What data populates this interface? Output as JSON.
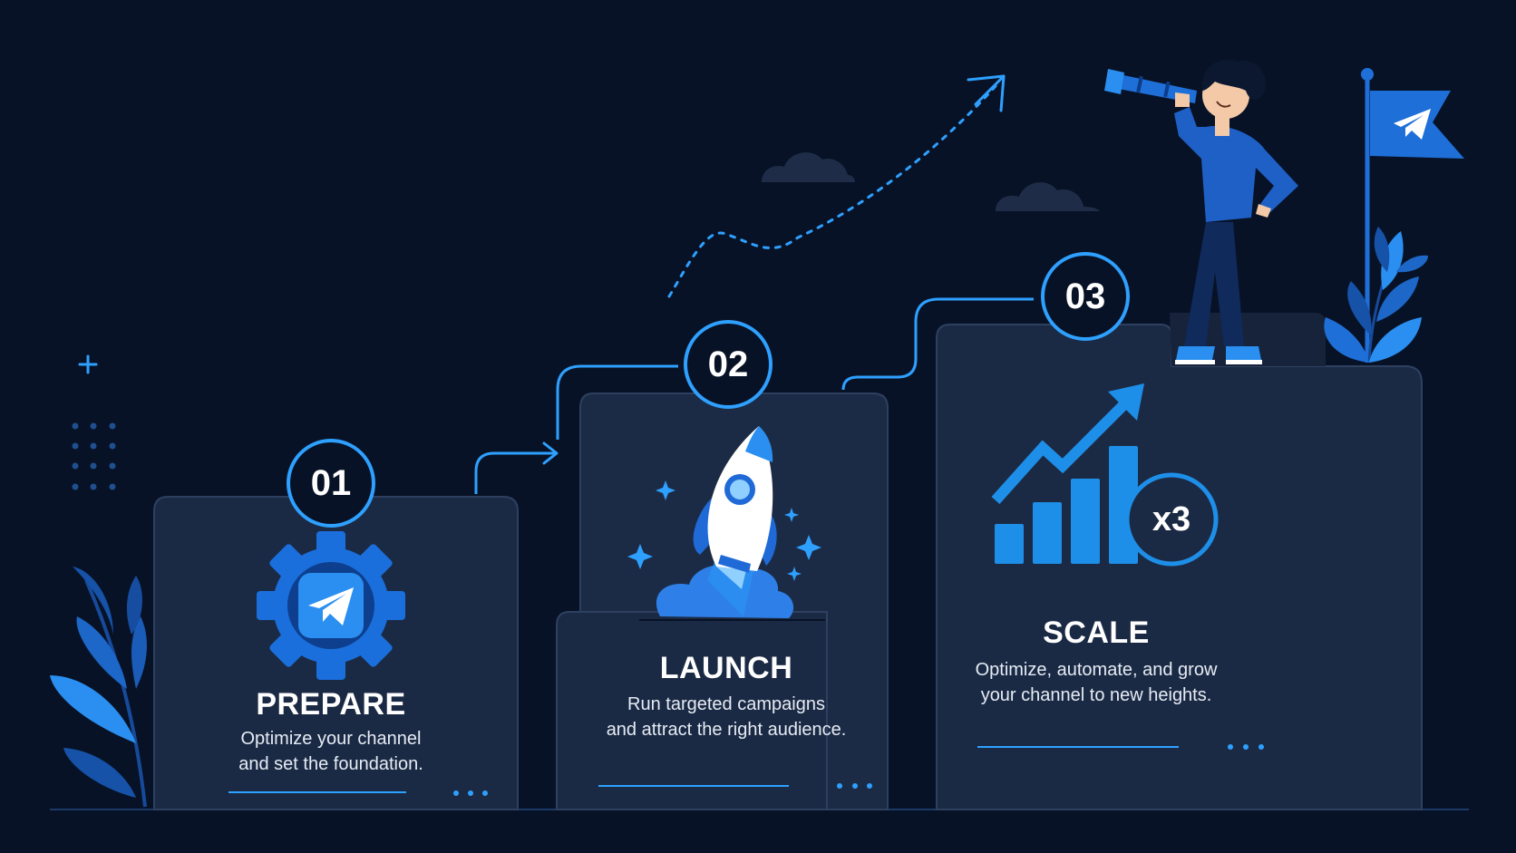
{
  "steps": [
    {
      "number": "01",
      "title": "PREPARE",
      "description_line1": "Optimize your channel",
      "description_line2": "and set the foundation."
    },
    {
      "number": "02",
      "title": "LAUNCH",
      "description_line1": "Run targeted campaigns",
      "description_line2": "and attract the right audience."
    },
    {
      "number": "03",
      "title": "SCALE",
      "description_line1": "Optimize, automate, and grow",
      "description_line2": "your channel to new heights."
    }
  ],
  "growth_badge": "x3",
  "colors": {
    "background": "#081226",
    "card": "#1b2a44",
    "card_border": "#2e4060",
    "accent": "#1e8fe8",
    "accent_light": "#35a8ff",
    "deep_blue": "#1560c8"
  }
}
